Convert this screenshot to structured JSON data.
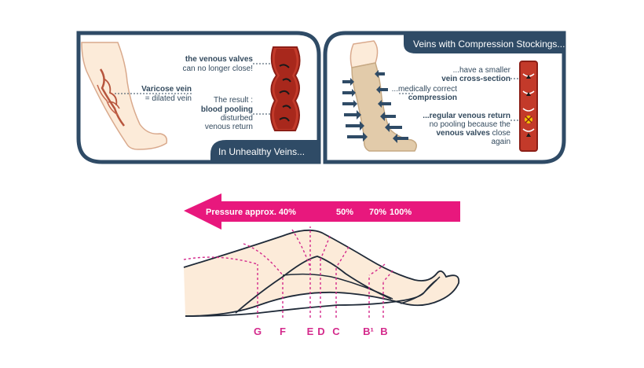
{
  "colors": {
    "panel_frame": "#2f4b66",
    "skin": "#fcebd9",
    "skin_outline": "#d9a98c",
    "varicose": "#b7553d",
    "stocking": "#e2cbaa",
    "vein_red": "#c33a2a",
    "vein_dark": "#8c1f17",
    "arrow_pink": "#e8187d",
    "dashed_pink": "#d42a8c",
    "leg_outline": "#1f2a38",
    "text_dark": "#334a5e",
    "ok_mark": "#f2c500",
    "pressure_arrow_blue": "#2f4b66"
  },
  "left_panel": {
    "tab": "In Unhealthy Veins...",
    "varicose": {
      "line1": "Varicose vein",
      "line2": "= dilated vein"
    },
    "valves": {
      "line1": "the venous valves",
      "line2": "can no longer close!"
    },
    "result": {
      "line1": "The result :",
      "line2": "blood pooling",
      "line3": "disturbed",
      "line4": "venous return"
    }
  },
  "right_panel": {
    "tab": "Veins with Compression Stockings...",
    "smaller": {
      "line1": "...have a smaller",
      "line2": "vein cross-section"
    },
    "compression": {
      "line1": "...medically correct",
      "line2": "compression"
    },
    "regular": {
      "line1": "...regular venous return",
      "line2": "no pooling because the",
      "line3": "venous valves",
      "line3b": " close",
      "line4": "again"
    }
  },
  "pressure": {
    "label": "Pressure approx. 40%",
    "p50": "50%",
    "p70": "70%",
    "p100": "100%"
  },
  "markers": [
    {
      "label": "G"
    },
    {
      "label": "F"
    },
    {
      "label": "E"
    },
    {
      "label": "D"
    },
    {
      "label": "C"
    },
    {
      "label": "B¹"
    },
    {
      "label": "B"
    }
  ]
}
